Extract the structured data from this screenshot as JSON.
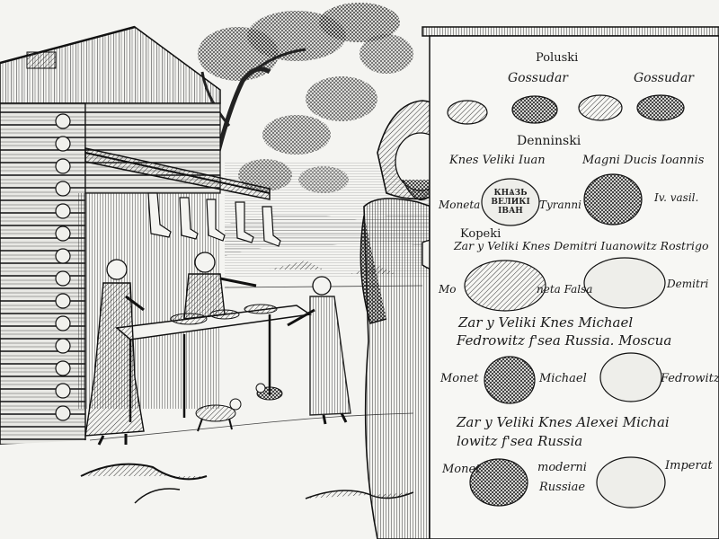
{
  "panel": {
    "sections": {
      "poluski": {
        "title": "Poluski",
        "left_caption": "Gossudar",
        "right_caption": "Gossudar"
      },
      "denninski": {
        "title": "Denninski",
        "caption_left": "Knes Veliki Iuan",
        "caption_right": "Magni Ducis Ioannis",
        "coin_row_left": "Moneta",
        "coin_row_mid": "Tyranni",
        "coin_row_right": "Iv. vasil.",
        "coin_inscription": "КНѦЗЬ\nВЕЛИКІ\nІВАН"
      },
      "kopeki": {
        "title": "Kopeki",
        "caption": "Zar y Veliki Knes Demitri Iuanowitz Rostrigo",
        "coin_row_left": "Mo",
        "coin_row_mid": "neta Falsa",
        "coin_row_right": "Demitri"
      },
      "michael": {
        "caption_line1": "Zar y Veliki Knes Michael",
        "caption_line2": "Fedrowitz f'sea Russia. Moscua",
        "coin_row_left": "Monet",
        "coin_row_mid": "Michael",
        "coin_row_right": "Fedrowitz"
      },
      "alexei": {
        "caption_line1": "Zar y Veliki Knes Alexei Michai",
        "caption_line2": "lowitz f'sea Russia",
        "coin_row_left": "Monet",
        "coin_row_mid": "moderni",
        "coin_row_right": "Imperat",
        "coin_row_sub": "Russiae"
      }
    }
  },
  "colors": {
    "paper": "#f4f4f1",
    "ink": "#1a1a1a"
  },
  "figures": [
    "log-cabin",
    "tree",
    "merchant-left",
    "merchant-right",
    "customer",
    "dog",
    "cat",
    "bearded-man-holding-panel"
  ]
}
